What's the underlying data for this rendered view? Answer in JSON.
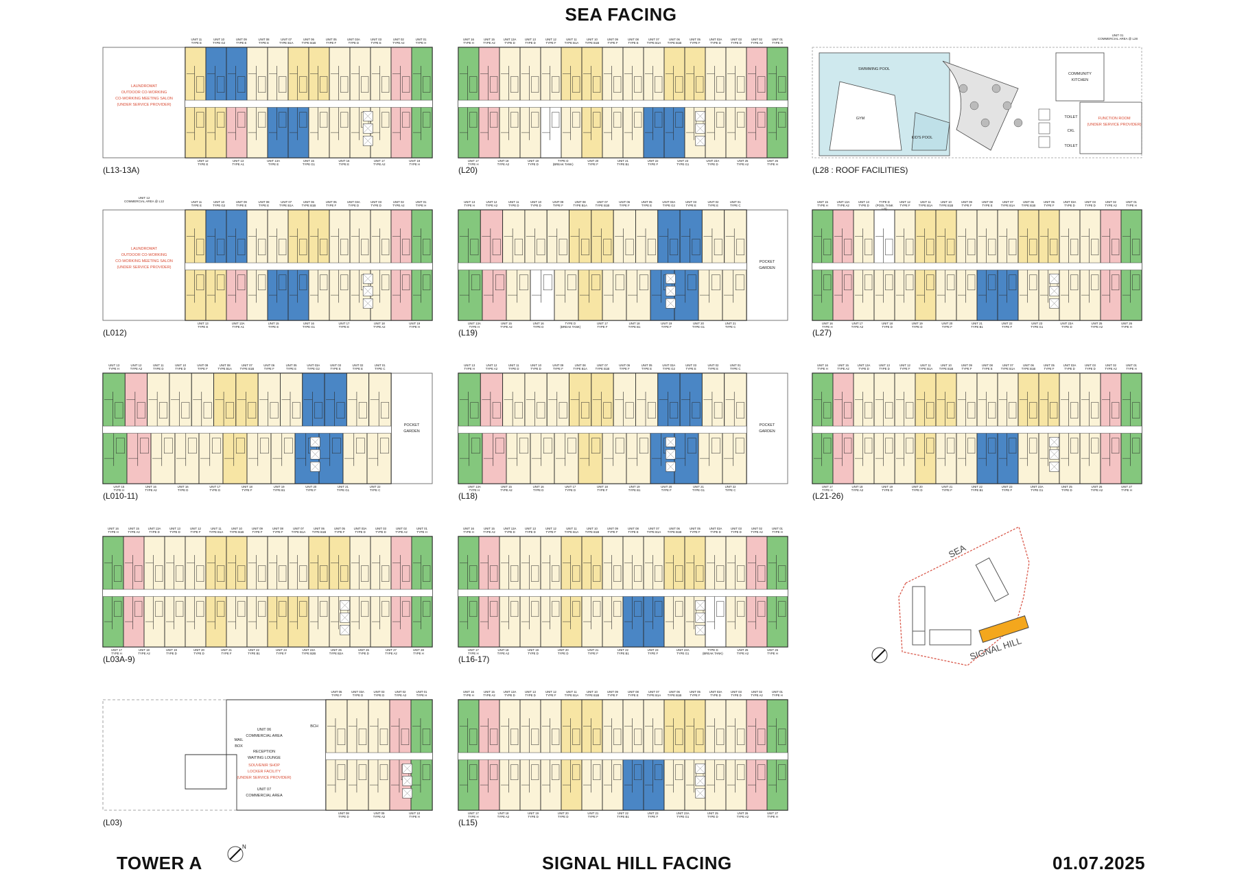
{
  "titles": {
    "sea_facing": "SEA FACING",
    "tower": "TOWER A",
    "signal_hill": "SIGNAL HILL FACING",
    "date": "01.07.2025"
  },
  "colors": {
    "yellow": "#f7e5a4",
    "cream": "#fbf3d7",
    "green": "#84c77d",
    "pink": "#f4c3c3",
    "blue": "#4a86c5",
    "white": "#ffffff",
    "wall": "#2a2a2a",
    "highlight": "#f4a71d",
    "site_border": "#d9584a"
  },
  "labels": {
    "l13": "(L13-13A)",
    "l20": "(L20)",
    "l28": "(L28 : ROOF FACILITIES)",
    "l12": "(L012)",
    "l19": "(L19)",
    "l27": "(L27)",
    "l1011": "(L010-11)",
    "l18": "(L18)",
    "l2126": "(L21-26)",
    "l03a": "(L03A-9)",
    "l1617": "(L16-17)",
    "l03": "(L03)",
    "l15": "(L15)"
  },
  "amenities": {
    "co_work": "LAUNDROMAT\nOUTDOOR CO-WORKING\nCO-WORKING MEETING SALON\n(UNDER SERVICE PROVIDER)",
    "pocket_garden": "POCKET\nGARDEN",
    "swimming_pool": "SWIMMING POOL",
    "gym": "GYM",
    "kids_pool": "KID'S POOL",
    "community_kitchen": "COMMUNITY\nKITCHEN",
    "function_room": "FUNCTION ROOM\n(UNDER SERVICE PROVIDER)",
    "toilet": "TOILET",
    "ckl": "CKL",
    "commercial_area_l28": "UNIT 01\nCOMMERCIAL AREA @ L28",
    "commercial_area_l12": "UNIT 12\nCOMMERCIAL AREA @ L12",
    "mail_box": "MAIL\nBOX",
    "bch": "BCH",
    "unit06_commercial": "UNIT 06\nCOMMERCIAL AREA",
    "reception": "RECEPTION\nWAITING LOUNGE",
    "souvenir": "SOUVENIR SHOP\nLOCKER FACILITY\n(UNDER SERVICE PROVIDER)",
    "unit07_commercial": "UNIT 07\nCOMMERCIAL AREA"
  },
  "site_plan": {
    "sea": "SEA",
    "signal_hill": "SIGNAL HILL"
  },
  "unit_rows": {
    "l13_top": [
      "UNIT 11\nTYPE E",
      "UNIT 10\nTYPE G2",
      "UNIT 09\nTYPE E",
      "UNIT 08\nTYPE E",
      "UNIT 07\nTYPE B1A",
      "UNIT 06\nTYPE B1B",
      "UNIT 05\nTYPE F",
      "UNIT 03A\nTYPE D",
      "UNIT 03\nTYPE E",
      "UNIT 02\nTYPE A2",
      "UNIT 01\nTYPE H"
    ],
    "l13_bot": [
      "UNIT 12\nTYPE E",
      "UNIT 13\nTYPE A1",
      "UNIT 13A\nTYPE E",
      "UNIT 15\nTYPE G1",
      "UNIT 16\nTYPE E",
      "UNIT 17\nTYPE A2",
      "UNIT 18\nTYPE H"
    ],
    "l20_top": [
      "UNIT 16\nTYPE H",
      "UNIT 15\nTYPE A2",
      "UNIT 13A\nTYPE D",
      "UNIT 13\nTYPE D",
      "UNIT 12\nTYPE F",
      "UNIT 11\nTYPE B1A",
      "UNIT 10\nTYPE B1B",
      "UNIT 09\nTYPE F",
      "UNIT 08\nTYPE E",
      "UNIT 07\nTYPE B1A",
      "UNIT 06\nTYPE B1B",
      "UNIT 05\nTYPE F",
      "UNIT 03A\nTYPE D",
      "UNIT 03\nTYPE D",
      "UNIT 02\nTYPE A2",
      "UNIT 01\nTYPE H"
    ],
    "l20_bot": [
      "UNIT 17\nTYPE H",
      "UNIT 18\nTYPE A2",
      "UNIT 19\nTYPE D",
      "TYPE D\n(BREAK TANK)",
      "UNIT 20\nTYPE F",
      "UNIT 21\nTYPE B1",
      "UNIT 22\nTYPE F",
      "UNIT 23\nTYPE G1",
      "UNIT 23A\nTYPE D",
      "UNIT 25\nTYPE A2",
      "UNIT 26\nTYPE H"
    ],
    "l12_top": [
      "UNIT 11\nTYPE E",
      "UNIT 10\nTYPE G2",
      "UNIT 09\nTYPE E",
      "UNIT 08\nTYPE E",
      "UNIT 07\nTYPE B1A",
      "UNIT 06\nTYPE B1B",
      "UNIT 05\nTYPE F",
      "UNIT 03A\nTYPE D",
      "UNIT 03\nTYPE D",
      "UNIT 02\nTYPE A2",
      "UNIT 01\nTYPE H"
    ],
    "l12_bot": [
      "UNIT 13\nTYPE E",
      "UNIT 13A\nTYPE A1",
      "UNIT 15\nTYPE E",
      "UNIT 16\nTYPE G1",
      "UNIT 17\nTYPE E",
      "UNIT 18\nTYPE A2",
      "UNIT 19\nTYPE H"
    ],
    "l19_top": [
      "UNIT 13\nTYPE H",
      "UNIT 12\nTYPE A2",
      "UNIT 11\nTYPE D",
      "UNIT 10\nTYPE D",
      "UNIT 09\nTYPE F",
      "UNIT 08\nTYPE B1A",
      "UNIT 07\nTYPE B1B",
      "UNIT 06\nTYPE F",
      "UNIT 05\nTYPE E",
      "UNIT 03A\nTYPE G2",
      "UNIT 03\nTYPE E",
      "UNIT 02\nTYPE E",
      "UNIT 01\nTYPE C"
    ],
    "l19_bot": [
      "UNIT 13A\nTYPE H",
      "UNIT 15\nTYPE A2",
      "UNIT 16\nTYPE D",
      "TYPE D\n(BREAK TANK)",
      "UNIT 17\nTYPE F",
      "UNIT 18\nTYPE B1",
      "UNIT 19\nTYPE F",
      "UNIT 20\nTYPE G1",
      "UNIT 21\nTYPE C"
    ],
    "l27_top": [
      "UNIT 15\nTYPE H",
      "UNIT 13A\nTYPE A2",
      "UNIT 13\nTYPE D",
      "TYPE D\n(POOL TANK LO)",
      "UNIT 12\nTYPE F",
      "UNIT 11\nTYPE B1A",
      "UNIT 10\nTYPE B1B",
      "UNIT 09\nTYPE F",
      "UNIT 08\nTYPE E",
      "UNIT 07\nTYPE B1A",
      "UNIT 06\nTYPE B1B",
      "UNIT 05\nTYPE F",
      "UNIT 03A\nTYPE D",
      "UNIT 03\nTYPE D",
      "UNIT 02\nTYPE A2",
      "UNIT 01\nTYPE H"
    ],
    "l27_bot": [
      "UNIT 16\nTYPE H",
      "UNIT 17\nTYPE A2",
      "UNIT 18\nTYPE D",
      "UNIT 19\nTYPE D",
      "UNIT 20\nTYPE F",
      "UNIT 21\nTYPE B1",
      "UNIT 22\nTYPE F",
      "UNIT 23\nTYPE G1",
      "UNIT 23A\nTYPE D",
      "UNIT 25\nTYPE A2",
      "UNIT 26\nTYPE H"
    ],
    "l1011_top": [
      "UNIT 13\nTYPE H",
      "UNIT 12\nTYPE A2",
      "UNIT 11\nTYPE D",
      "UNIT 10\nTYPE D",
      "UNIT 09\nTYPE F",
      "UNIT 08\nTYPE B1A",
      "UNIT 07\nTYPE B1B",
      "UNIT 06\nTYPE F",
      "UNIT 05\nTYPE E",
      "UNIT 03A\nTYPE G2",
      "UNIT 03\nTYPE E",
      "UNIT 02\nTYPE E",
      "UNIT 01\nTYPE C"
    ],
    "l1011_bot": [
      "UNIT 15\nTYPE H",
      "UNIT 16\nTYPE A2",
      "UNIT 16\nTYPE D",
      "UNIT 17\nTYPE D",
      "UNIT 18\nTYPE F",
      "UNIT 19\nTYPE B1",
      "UNIT 20\nTYPE F",
      "UNIT 21\nTYPE G1",
      "UNIT 22\nTYPE C"
    ],
    "l18_top": [
      "UNIT 13\nTYPE H",
      "UNIT 12\nTYPE A2",
      "UNIT 11\nTYPE D",
      "UNIT 10\nTYPE D",
      "UNIT 09\nTYPE F",
      "UNIT 08\nTYPE B1A",
      "UNIT 07\nTYPE B1B",
      "UNIT 06\nTYPE F",
      "UNIT 05\nTYPE E",
      "UNIT 03A\nTYPE G2",
      "UNIT 03\nTYPE E",
      "UNIT 02\nTYPE E",
      "UNIT 01\nTYPE C"
    ],
    "l18_bot": [
      "UNIT 13A\nTYPE H",
      "UNIT 15\nTYPE A2",
      "UNIT 16\nTYPE D",
      "UNIT 17\nTYPE D",
      "UNIT 18\nTYPE F",
      "UNIT 19\nTYPE B1",
      "UNIT 20\nTYPE F",
      "UNIT 21\nTYPE G1",
      "UNIT 22\nTYPE C"
    ],
    "l2126_top": [
      "UNIT 16\nTYPE H",
      "UNIT 15\nTYPE A2",
      "UNIT 13A\nTYPE D",
      "UNIT 13\nTYPE D",
      "UNIT 12\nTYPE F",
      "UNIT 11\nTYPE B1A",
      "UNIT 10\nTYPE B1B",
      "UNIT 09\nTYPE F",
      "UNIT 08\nTYPE E",
      "UNIT 07\nTYPE B1A",
      "UNIT 06\nTYPE B1B",
      "UNIT 05\nTYPE F",
      "UNIT 03A\nTYPE D",
      "UNIT 03\nTYPE D",
      "UNIT 02\nTYPE A2",
      "UNIT 01\nTYPE H"
    ],
    "l2126_bot": [
      "UNIT 17\nTYPE H",
      "UNIT 18\nTYPE A2",
      "UNIT 19\nTYPE D",
      "UNIT 20\nTYPE D",
      "UNIT 21\nTYPE F",
      "UNIT 22\nTYPE B1",
      "UNIT 23\nTYPE F",
      "UNIT 23A\nTYPE G1",
      "UNIT 25\nTYPE D",
      "UNIT 26\nTYPE A2",
      "UNIT 27\nTYPE H"
    ],
    "l03a_top": [
      "UNIT 16\nTYPE H",
      "UNIT 15\nTYPE A2",
      "UNIT 13A\nTYPE D",
      "UNIT 13\nTYPE D",
      "UNIT 12\nTYPE F",
      "UNIT 11\nTYPE B1A",
      "UNIT 10\nTYPE B1B",
      "UNIT 09\nTYPE F",
      "UNIT 08\nTYPE F",
      "UNIT 07\nTYPE B1A",
      "UNIT 06\nTYPE B1B",
      "UNIT 05\nTYPE F",
      "UNIT 03A\nTYPE D",
      "UNIT 03\nTYPE D",
      "UNIT 02\nTYPE A2",
      "UNIT 01\nTYPE H"
    ],
    "l03a_bot": [
      "UNIT 17\nTYPE H",
      "UNIT 18\nTYPE A2",
      "UNIT 19\nTYPE D",
      "UNIT 20\nTYPE D",
      "UNIT 21\nTYPE F",
      "UNIT 22\nTYPE B1",
      "UNIT 23\nTYPE F",
      "UNIT 23A\nTYPE B2B",
      "UNIT 25\nTYPE B2A",
      "UNIT 26\nTYPE D",
      "UNIT 27\nTYPE A2",
      "UNIT 28\nTYPE H"
    ],
    "l1617_top": [
      "UNIT 16\nTYPE H",
      "UNIT 15\nTYPE A2",
      "UNIT 13A\nTYPE D",
      "UNIT 13\nTYPE D",
      "UNIT 12\nTYPE F",
      "UNIT 11\nTYPE B1A",
      "UNIT 10\nTYPE B1B",
      "UNIT 09\nTYPE F",
      "UNIT 08\nTYPE E",
      "UNIT 07\nTYPE B1A",
      "UNIT 06\nTYPE B1B",
      "UNIT 05\nTYPE F",
      "UNIT 03A\nTYPE D",
      "UNIT 03\nTYPE D",
      "UNIT 02\nTYPE A2",
      "UNIT 01\nTYPE H"
    ],
    "l1617_bot": [
      "UNIT 17\nTYPE H",
      "UNIT 18\nTYPE A2",
      "UNIT 19\nTYPE D",
      "UNIT 20\nTYPE D",
      "UNIT 21\nTYPE F",
      "UNIT 22\nTYPE B1",
      "UNIT 23\nTYPE F",
      "UNIT 23A\nTYPE G1",
      "TYPE D\n(BREAK TANK)",
      "UNIT 25\nTYPE A2",
      "UNIT 26\nTYPE H"
    ],
    "l03_top": [
      "UNIT 05\nTYPE F",
      "UNIT 03A\nTYPE D",
      "UNIT 03\nTYPE D",
      "UNIT 02\nTYPE A2",
      "UNIT 01\nTYPE H"
    ],
    "l03_bot": [
      "UNIT 08\nTYPE D",
      "UNIT 09\nTYPE A2",
      "UNIT 10\nTYPE H"
    ],
    "l15_top": [
      "UNIT 16\nTYPE H",
      "UNIT 15\nTYPE A2",
      "UNIT 13A\nTYPE D",
      "UNIT 13\nTYPE D",
      "UNIT 12\nTYPE F",
      "UNIT 11\nTYPE B1A",
      "UNIT 10\nTYPE B1B",
      "UNIT 09\nTYPE F",
      "UNIT 08\nTYPE E",
      "UNIT 07\nTYPE B1A",
      "UNIT 06\nTYPE B1B",
      "UNIT 05\nTYPE F",
      "UNIT 03A\nTYPE D",
      "UNIT 03\nTYPE D",
      "UNIT 02\nTYPE A2",
      "UNIT 01\nTYPE H"
    ],
    "l15_bot": [
      "UNIT 17\nTYPE H",
      "UNIT 18\nTYPE A2",
      "UNIT 19\nTYPE D",
      "UNIT 20\nTYPE D",
      "UNIT 21\nTYPE F",
      "UNIT 22\nTYPE B1",
      "UNIT 23\nTYPE F",
      "UNIT 23A\nTYPE G1",
      "UNIT 25\nTYPE D",
      "UNIT 26\nTYPE A2",
      "UNIT 27\nTYPE H"
    ]
  }
}
